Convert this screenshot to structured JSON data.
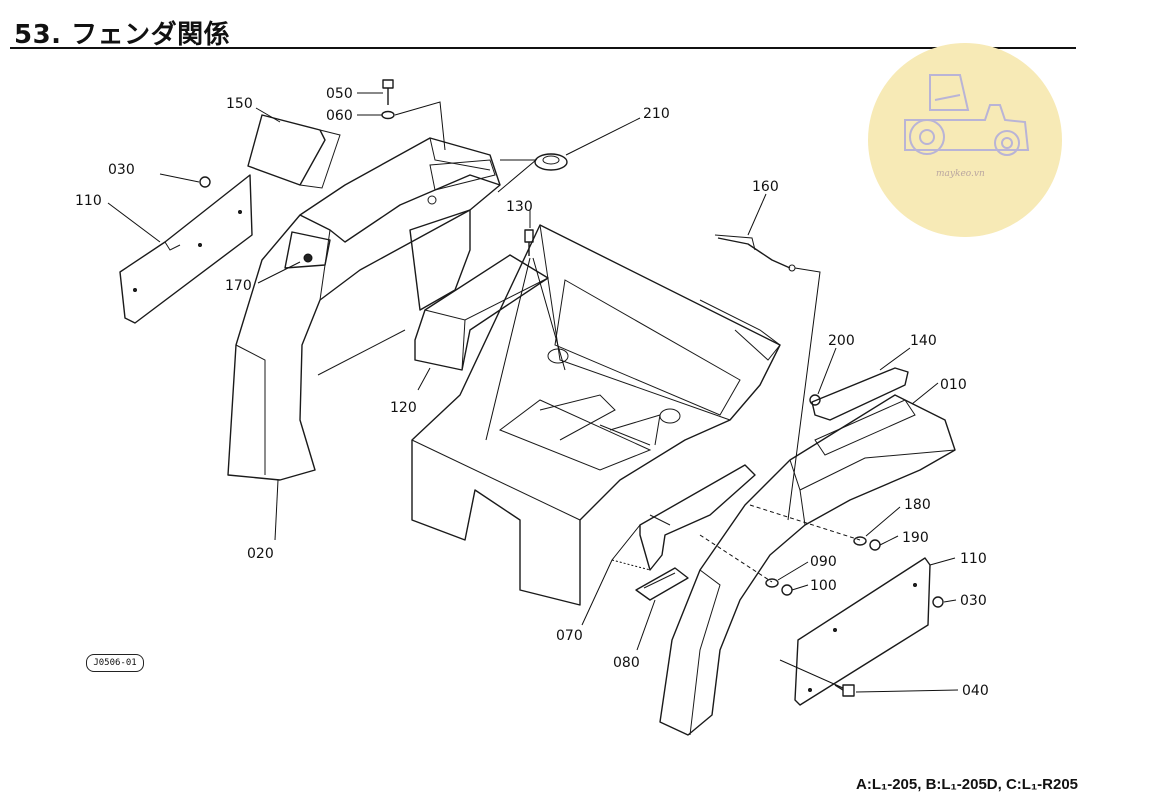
{
  "header": {
    "title": "53. フェンダ関係"
  },
  "footer": {
    "models": "A:L₁-205, B:L₁-205D, C:L₁-R205"
  },
  "figure_ref": "J0506-01",
  "watermark": {
    "text": "maykeo.vn",
    "color": "#f7eab6"
  },
  "parts": {
    "p050": "050",
    "p060": "060",
    "p150": "150",
    "p210": "210",
    "p030a": "030",
    "p110a": "110",
    "p130": "130",
    "p160": "160",
    "p170": "170",
    "p120": "120",
    "p200": "200",
    "p140": "140",
    "p010": "010",
    "p180": "180",
    "p190": "190",
    "p090": "090",
    "p100": "100",
    "p110b": "110",
    "p030b": "030",
    "p040": "040",
    "p020": "020",
    "p070": "070",
    "p080": "080"
  }
}
